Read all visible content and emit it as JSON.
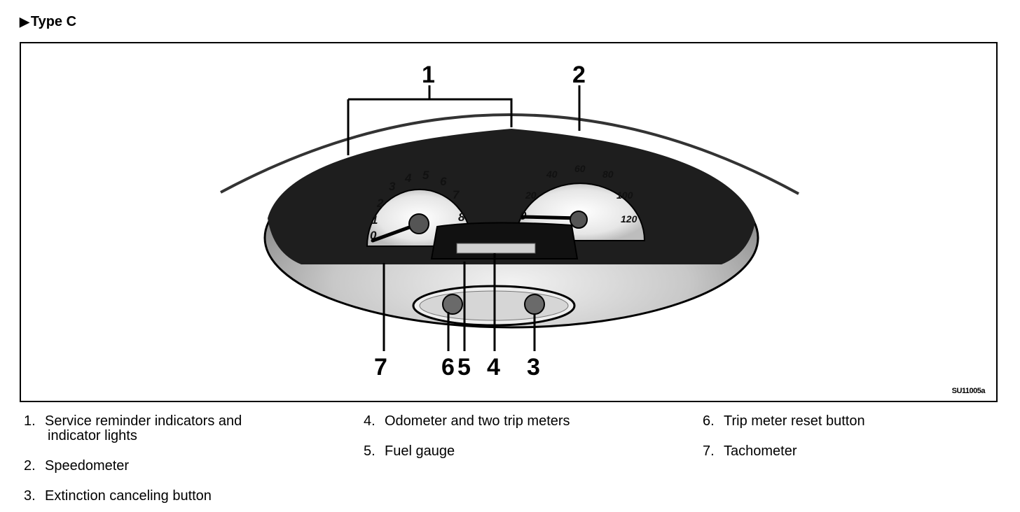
{
  "heading": {
    "marker": "▶",
    "text": "Type C"
  },
  "diagram": {
    "callouts": [
      "1",
      "2",
      "7",
      "6",
      "5",
      "4",
      "3"
    ],
    "tachometer_numbers": [
      "0",
      "1",
      "2",
      "3",
      "4",
      "5",
      "6",
      "7",
      "8"
    ],
    "speedometer_numbers": [
      "0",
      "20",
      "40",
      "60",
      "80",
      "100",
      "120"
    ],
    "image_code": "SU11005a"
  },
  "legend": [
    {
      "num": "1.",
      "text": "Service reminder indicators and",
      "cont": "indicator lights"
    },
    {
      "num": "2.",
      "text": "Speedometer"
    },
    {
      "num": "3.",
      "text": "Extinction canceling button"
    },
    {
      "num": "4.",
      "text": "Odometer and two trip meters"
    },
    {
      "num": "5.",
      "text": "Fuel gauge"
    },
    {
      "num": "6.",
      "text": "Trip meter reset button"
    },
    {
      "num": "7.",
      "text": "Tachometer"
    }
  ]
}
